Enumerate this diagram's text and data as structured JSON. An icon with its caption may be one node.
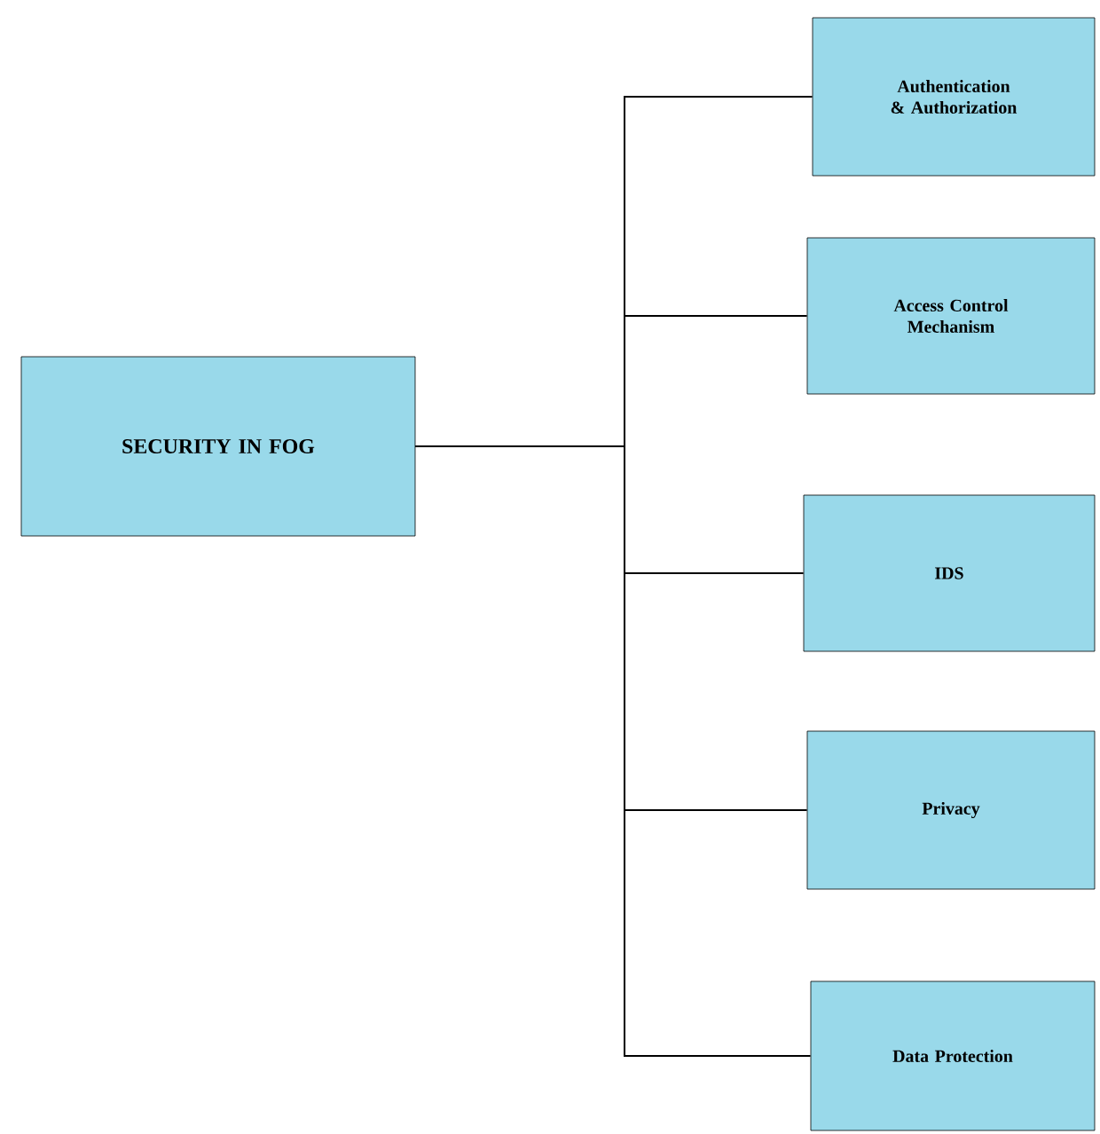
{
  "diagram": {
    "nodes": [
      {
        "text": [
          "SECURITY IN FOG"
        ]
      },
      {
        "text": [
          "Authentication & Authorization"
        ]
      },
      {
        "text": [
          "Access Control Mechanism"
        ]
      },
      {
        "text": [
          "IDS"
        ]
      },
      {
        "text": [
          "Privacy"
        ]
      },
      {
        "text": [
          "Data Protection"
        ]
      }
    ],
    "edges": [
      {
        "from": 0,
        "to": 1,
        "arrow": "none"
      },
      {
        "from": 0,
        "to": 2,
        "arrow": "none"
      },
      {
        "from": 0,
        "to": 3,
        "arrow": "none"
      },
      {
        "from": 0,
        "to": 4,
        "arrow": "none"
      },
      {
        "from": 0,
        "to": 5,
        "arrow": "none"
      }
    ]
  }
}
